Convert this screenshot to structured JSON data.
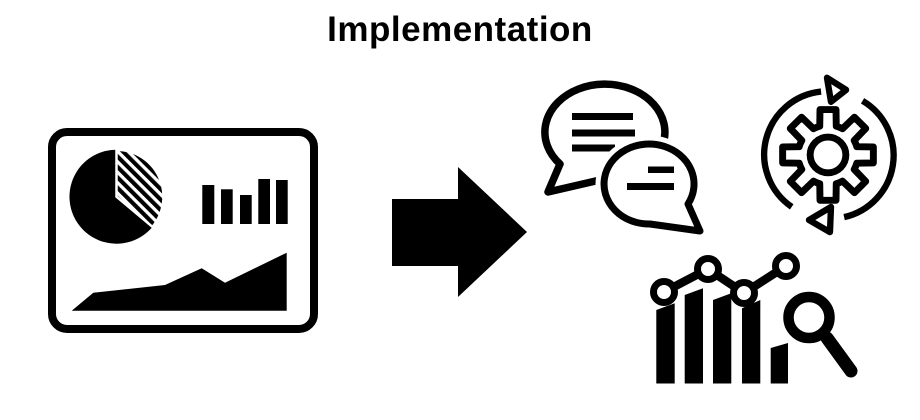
{
  "title": "Implementation",
  "colors": {
    "ink": "#000000",
    "background": "#ffffff"
  },
  "diagram": {
    "flow_direction": "left-to-right",
    "source": {
      "icon": "dashboard-report-icon",
      "parts": [
        "pie-chart-icon",
        "bar-chart-icon",
        "area-chart-icon"
      ]
    },
    "connector": {
      "icon": "right-arrow-icon"
    },
    "targets": [
      {
        "icon": "speech-bubbles-icon",
        "detail": "two chat bubbles with text lines"
      },
      {
        "icon": "gear-cycle-icon",
        "detail": "gear surrounded by circular process arrows"
      },
      {
        "icon": "bar-chart-magnifier-icon",
        "detail": "bar chart with trend nodes and magnifying glass"
      }
    ]
  }
}
